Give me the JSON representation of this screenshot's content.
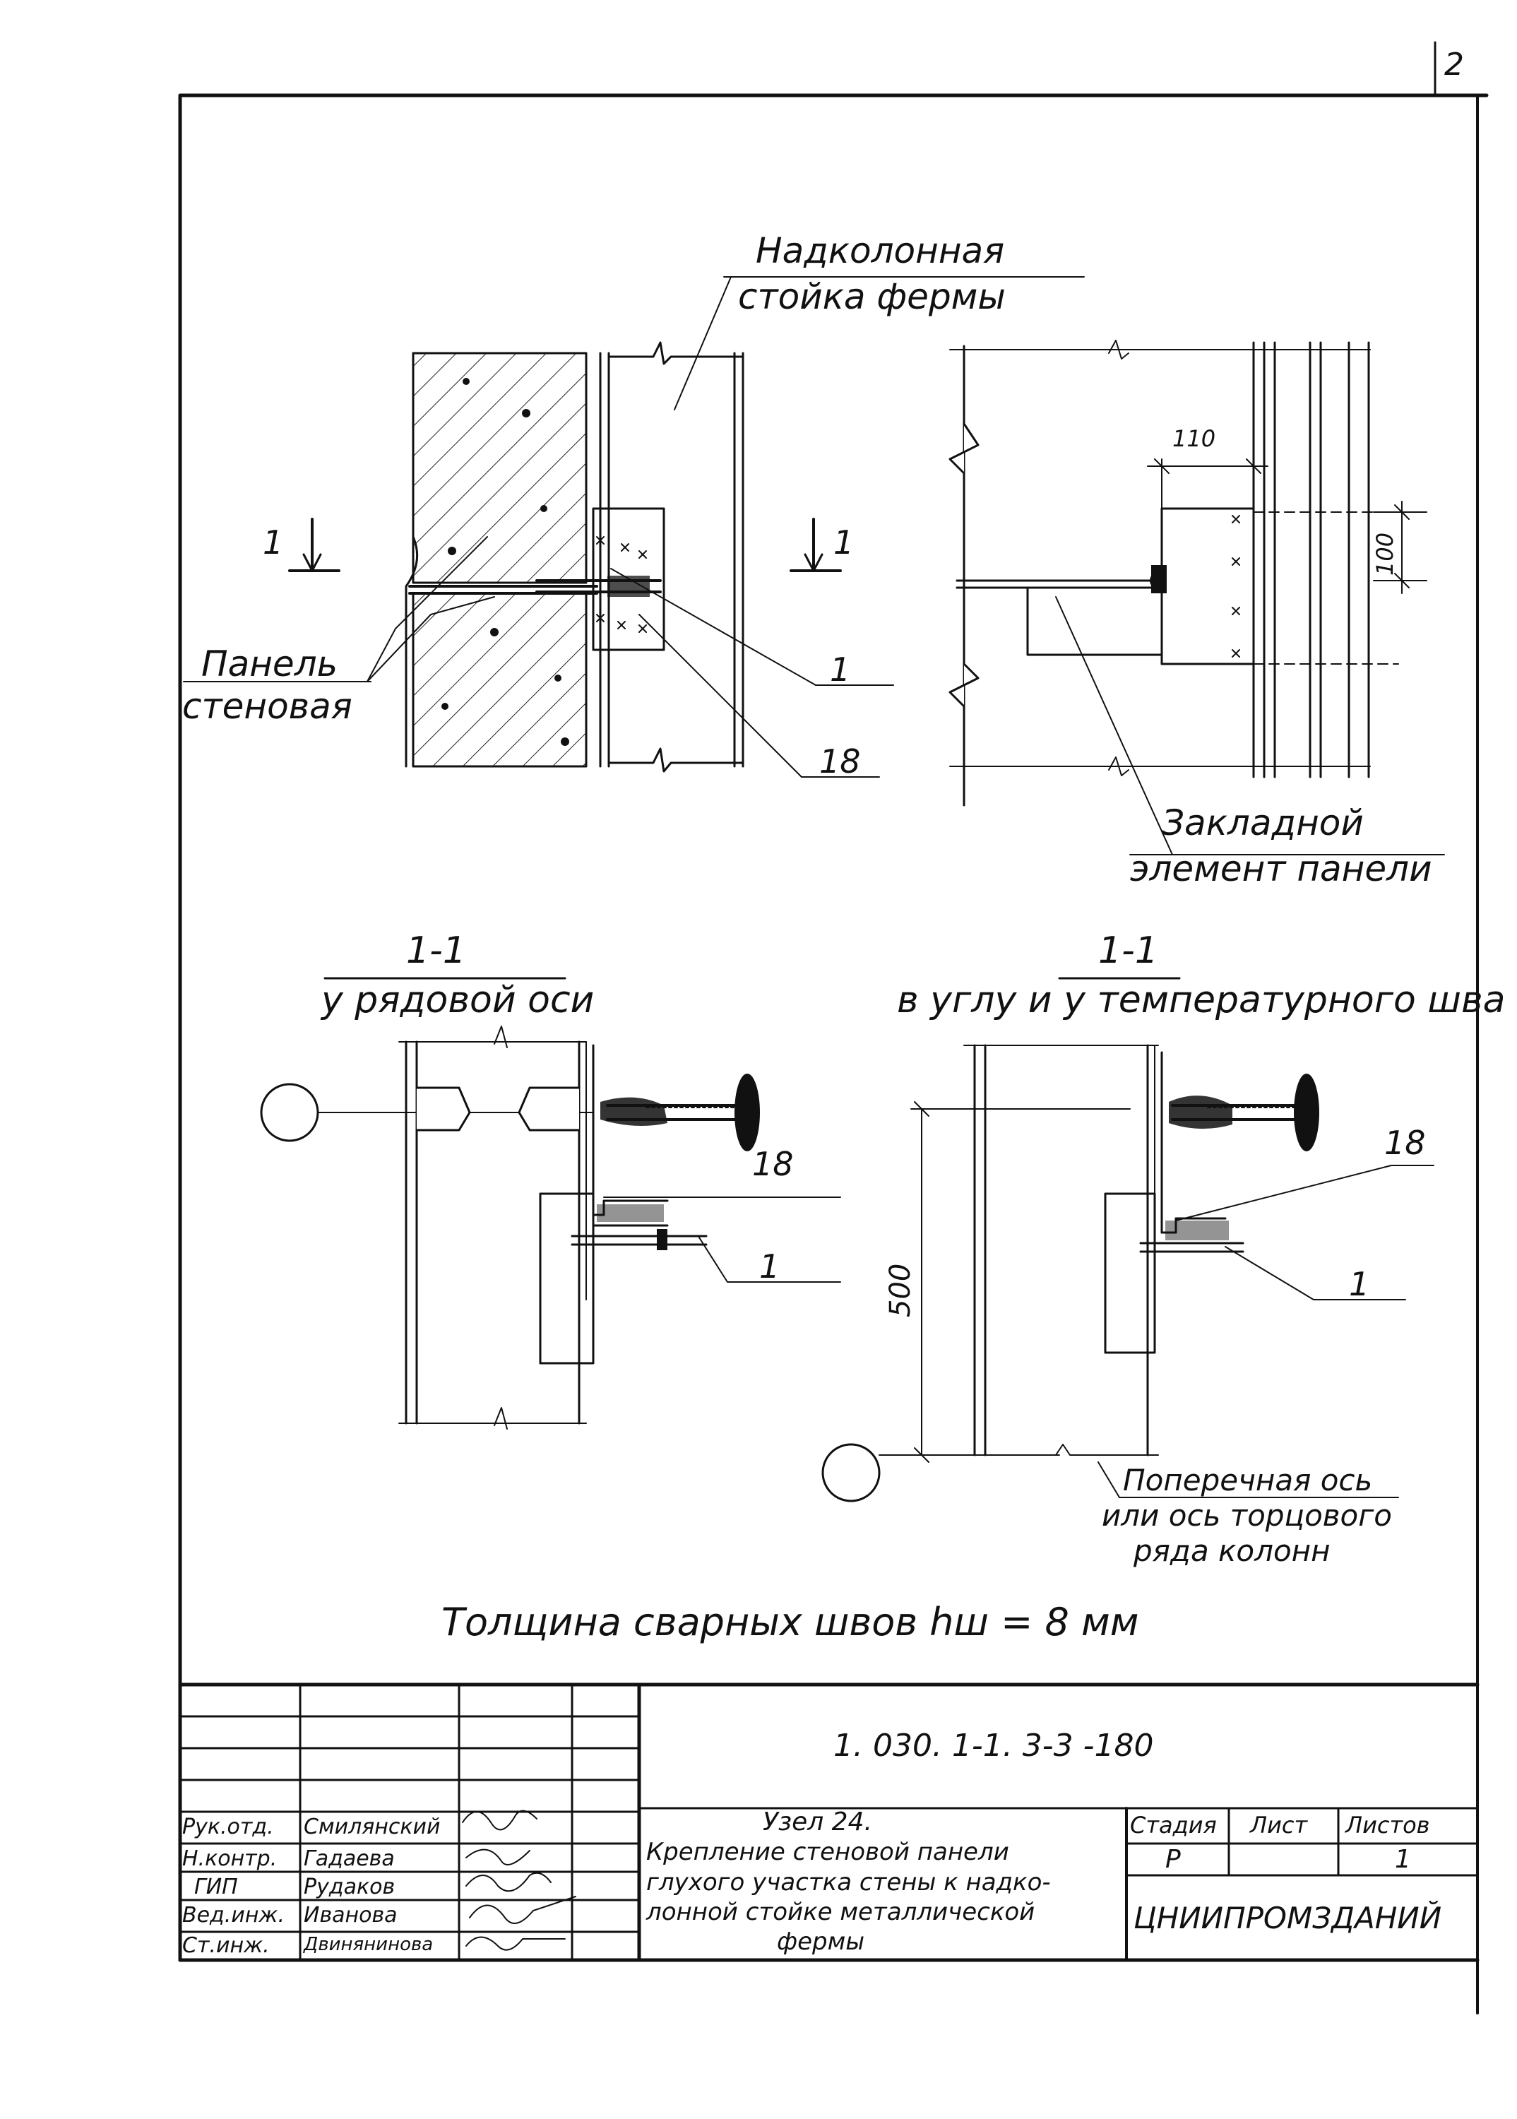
{
  "page_number": "2",
  "callouts": {
    "truss_post": [
      "Надколонная",
      "стойка  фермы"
    ],
    "wall_panel": [
      "Панель",
      "стеновая"
    ],
    "embedded_element": [
      "Закладной",
      "элемент  панели"
    ],
    "transverse_axis": [
      "Поперечная  ось",
      "или  ось  торцового",
      "ряда  колонн"
    ]
  },
  "section_marks": {
    "left": "1",
    "right": "1"
  },
  "part_numbers": {
    "p1": "1",
    "p18": "18"
  },
  "dimensions": {
    "d110": "110",
    "d100": "100",
    "d500": "500"
  },
  "section_views": {
    "left": {
      "mark": "1-1",
      "caption": "у рядовой оси"
    },
    "right": {
      "mark": "1-1",
      "caption": "в углу и у температурного шва"
    }
  },
  "weld_note": "Толщина  сварных   швов  hш = 8 мм",
  "title_block": {
    "drawing_code": "1. 030. 1-1. 3-3 -180",
    "roles": [
      "Рук.отд.",
      "Н.контр.",
      "ГИП",
      "Вед.инж.",
      "Ст.инж."
    ],
    "names": [
      "Смилянский",
      "Гадаева",
      "Рудаков",
      "Иванова",
      "Двинянинова"
    ],
    "title_lines": [
      "Узел 24.",
      "Крепление стеновой панели",
      "глухого участка стены к надко-",
      "лонной стойке металлической",
      "фермы"
    ],
    "stage_header": "Стадия",
    "sheet_header": "Лист",
    "sheets_header": "Листов",
    "stage": "Р",
    "sheet": "",
    "sheets": "1",
    "organization": "ЦНИИПРОМЗДАНИЙ"
  }
}
